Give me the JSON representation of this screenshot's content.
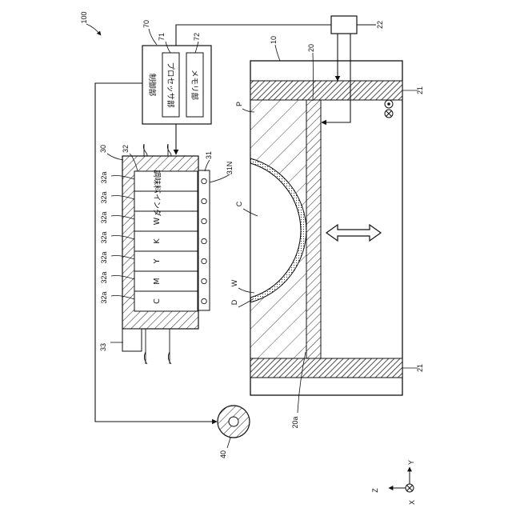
{
  "figure": {
    "ref_main": "100",
    "ref_10": "10",
    "ref_20": "20",
    "ref_20a": "20a",
    "ref_21_top": "21",
    "ref_21_bottom": "21",
    "ref_22": "22",
    "ref_30": "30",
    "ref_31": "31",
    "ref_31N": "31N",
    "ref_32": "32",
    "ref_32a": "32a",
    "ref_33": "33",
    "ref_40": "40",
    "ref_70": "70",
    "ref_71": "71",
    "ref_72": "72",
    "ref_P": "P",
    "ref_C": "C",
    "ref_W": "W",
    "ref_D": "D"
  },
  "control": {
    "title": "制御部",
    "processor": "プロセッサ部",
    "memory": "メモリ部"
  },
  "cartridges": [
    "C",
    "M",
    "Y",
    "K",
    "W",
    "バインダ",
    "調味料"
  ],
  "axes": {
    "y": "Y",
    "z": "Z",
    "x": "X"
  },
  "colors": {
    "line": "#111111",
    "fill": "#ffffff",
    "hatch": "#333333"
  }
}
